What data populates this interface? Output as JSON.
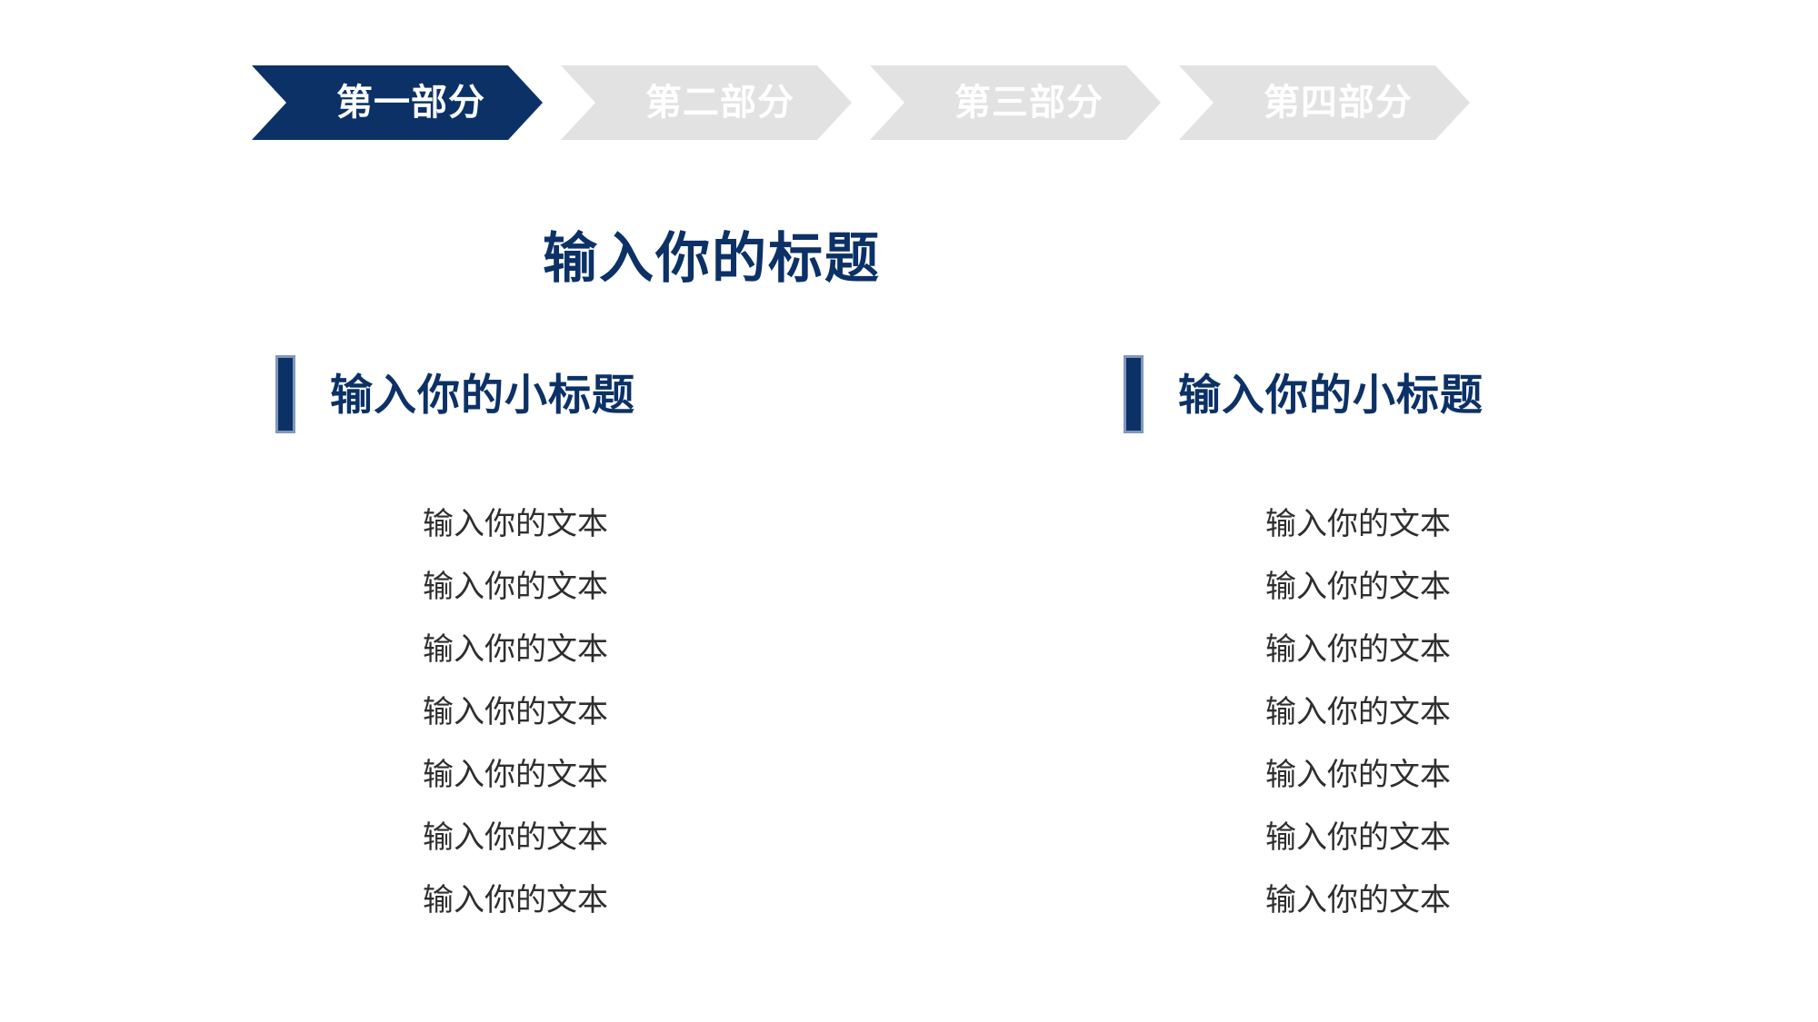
{
  "slide": {
    "background_color": "#ffffff",
    "accent_color": "#0c3166",
    "inactive_color": "#e2e2e2",
    "body_text_color": "#2e2e2e"
  },
  "stepbar": {
    "steps": [
      {
        "label": "第一部分",
        "state": "active"
      },
      {
        "label": "第二部分",
        "state": "inactive"
      },
      {
        "label": "第三部分",
        "state": "inactive"
      },
      {
        "label": "第四部分",
        "state": "inactive"
      }
    ]
  },
  "main": {
    "title": "输入你的标题"
  },
  "columns": [
    {
      "subtitle": "输入你的小标题",
      "items": [
        "输入你的文本",
        "输入你的文本",
        "输入你的文本",
        "输入你的文本",
        "输入你的文本",
        "输入你的文本",
        "输入你的文本"
      ]
    },
    {
      "subtitle": "输入你的小标题",
      "items": [
        "输入你的文本",
        "输入你的文本",
        "输入你的文本",
        "输入你的文本",
        "输入你的文本",
        "输入你的文本",
        "输入你的文本"
      ]
    }
  ]
}
